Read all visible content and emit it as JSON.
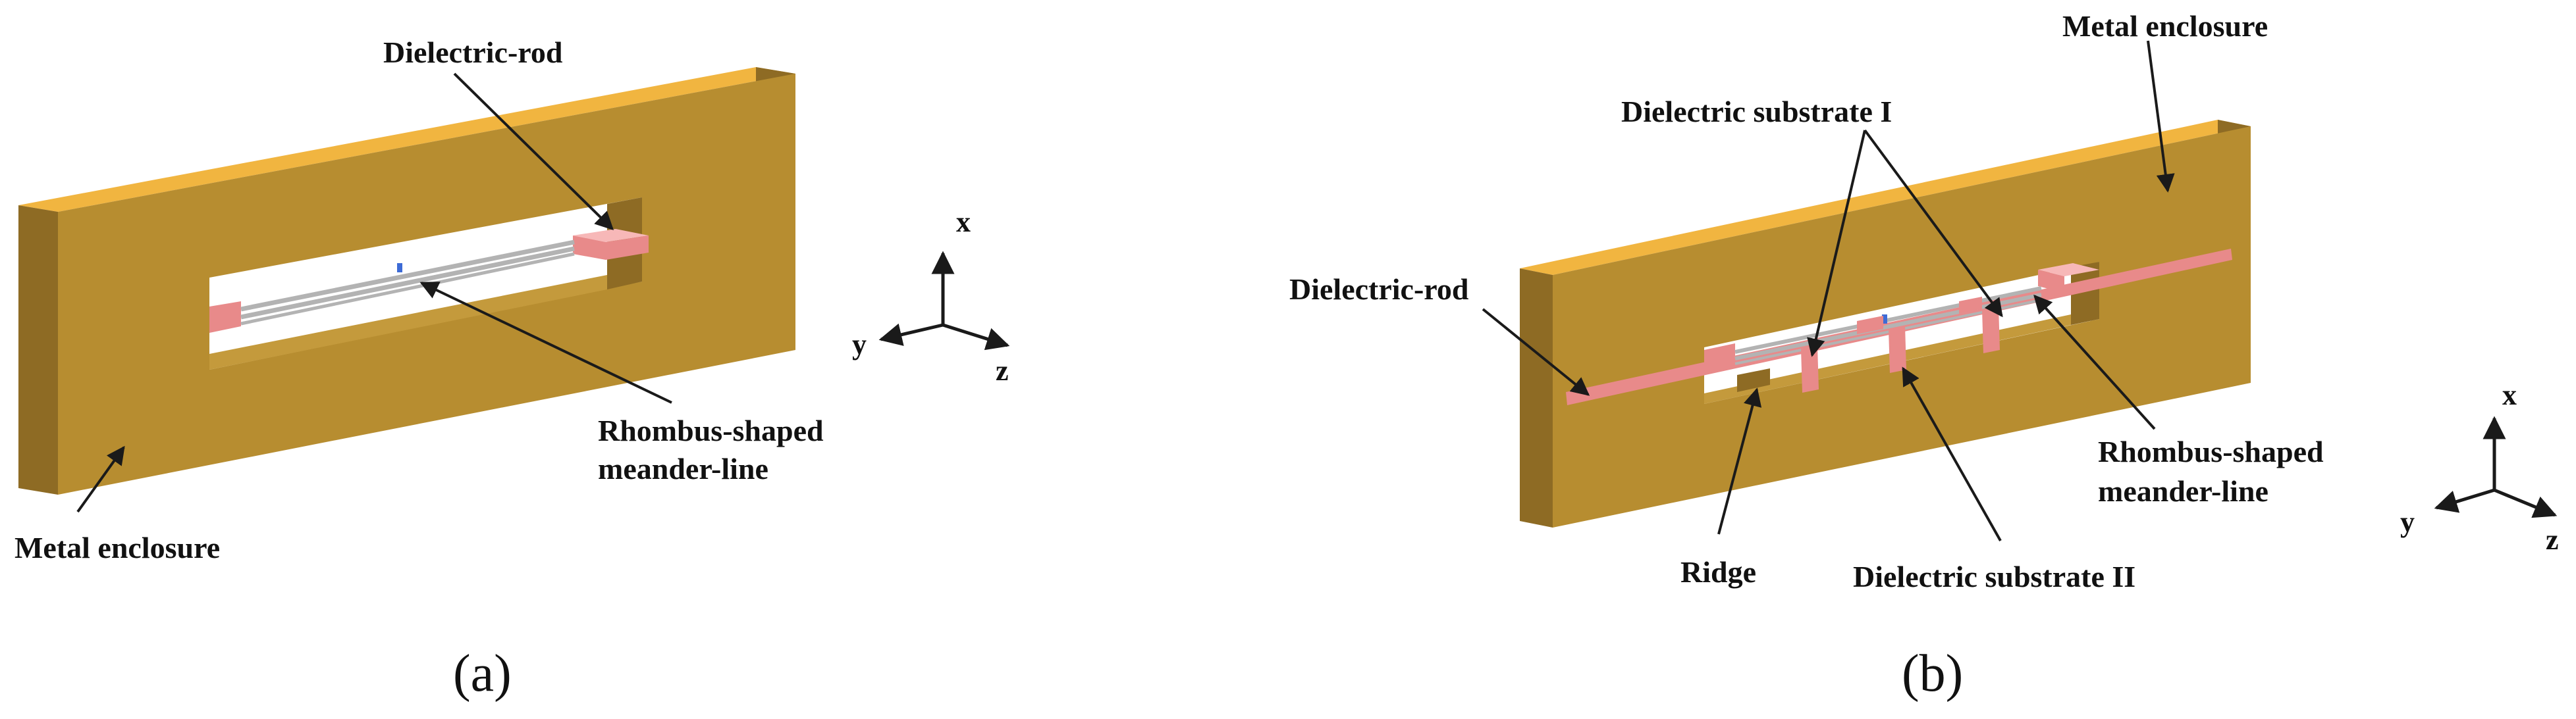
{
  "colors": {
    "metal_front": "#B78D30",
    "metal_top": "#F1B540",
    "metal_side": "#8E6B24",
    "metal_inner": "#C49A3C",
    "dielectric": "#E88A8A",
    "dielectric_light": "#F7B8B8",
    "meander": "#B3B3B3",
    "slot_back": "#FFFFFF"
  },
  "panel_a": {
    "panel_label": "(a)",
    "labels": {
      "dielectric_rod": "Dielectric-rod",
      "meander_line_1": "Rhombus-shaped",
      "meander_line_2": "meander-line",
      "metal_enclosure": "Metal enclosure"
    },
    "axes": {
      "x": "x",
      "y": "y",
      "z": "z"
    }
  },
  "panel_b": {
    "panel_label": "(b)",
    "labels": {
      "metal_enclosure": "Metal enclosure",
      "dielectric_substrate_1": "Dielectric substrate I",
      "dielectric_rod": "Dielectric-rod",
      "meander_line_1": "Rhombus-shaped",
      "meander_line_2": "meander-line",
      "ridge": "Ridge",
      "dielectric_substrate_2": "Dielectric substrate II"
    },
    "axes": {
      "x": "x",
      "y": "y",
      "z": "z"
    }
  }
}
